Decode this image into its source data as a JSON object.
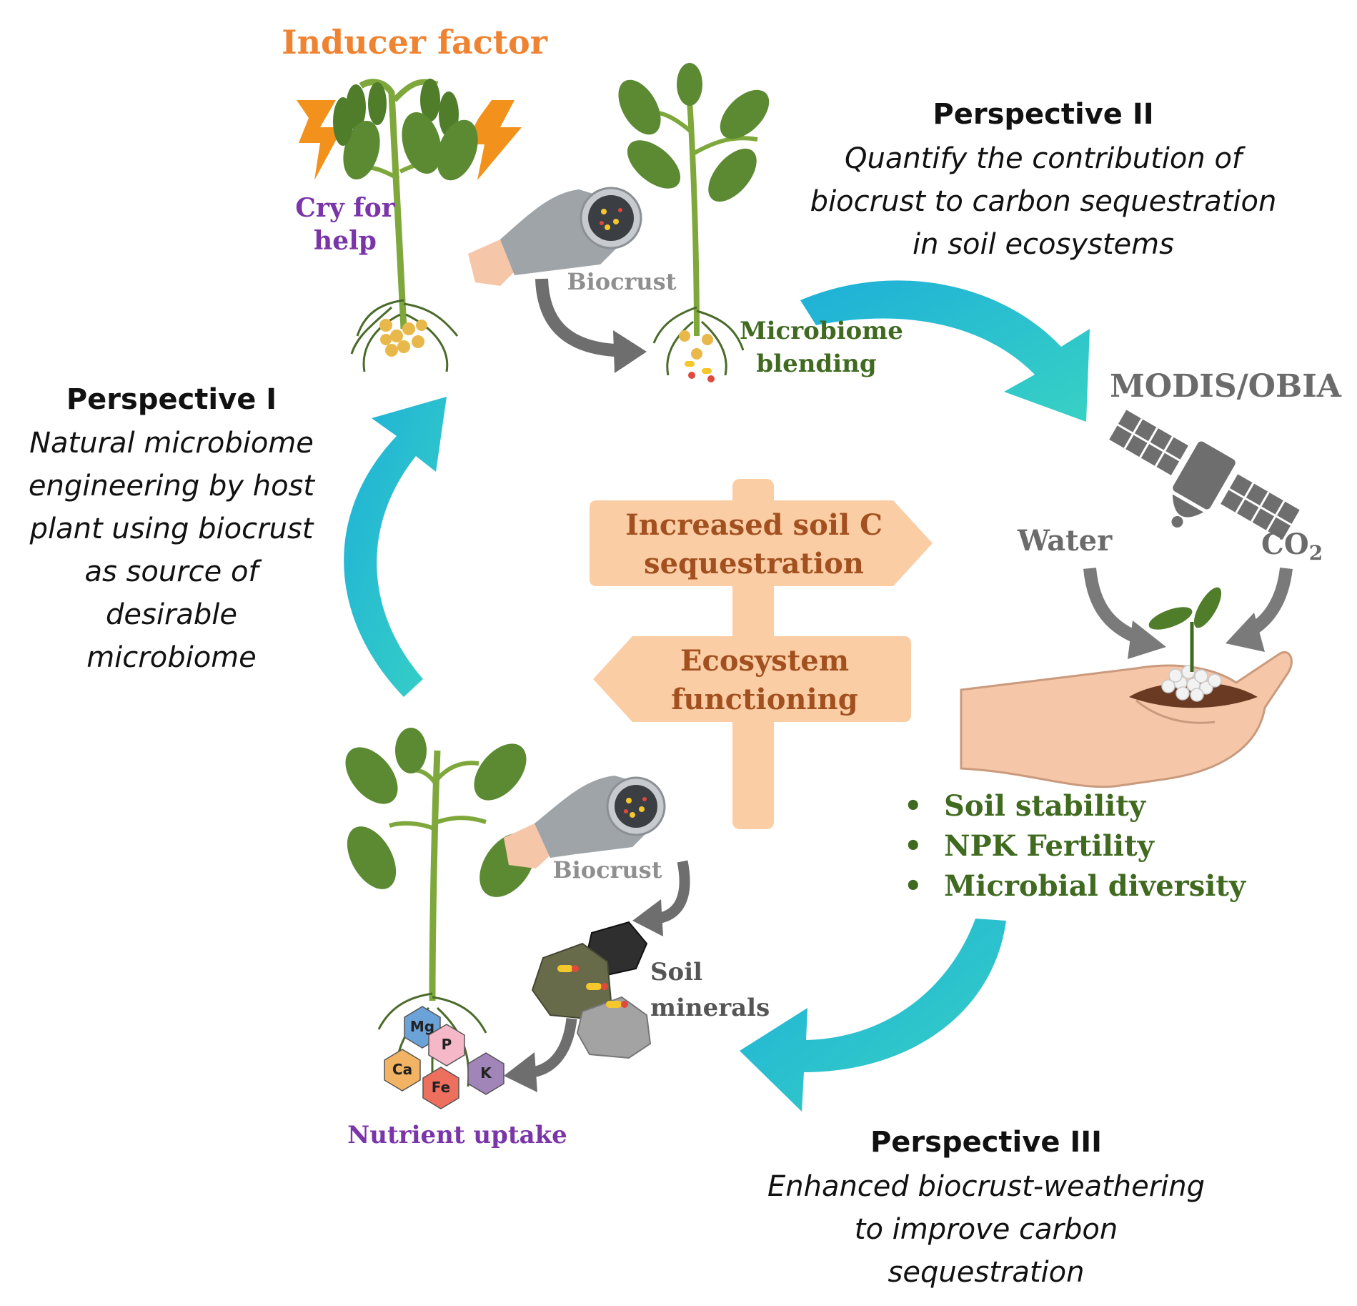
{
  "title": "Inducer factor",
  "plant_cues": {
    "cry_for_help": "Cry for help",
    "biocrust_top": "Biocrust",
    "microbiome_blending": "Microbiome blending"
  },
  "perspective_1": {
    "heading": "Perspective I",
    "text": "Natural microbiome engineering by host plant using biocrust as source of desirable microbiome"
  },
  "perspective_2": {
    "heading": "Perspective II",
    "text": "Quantify the contribution of biocrust to carbon sequestration in soil ecosystems"
  },
  "perspective_3": {
    "heading": "Perspective III",
    "text": "Enhanced biocrust-weathering to improve carbon sequestration"
  },
  "signpost": {
    "upper": "Increased soil C sequestration",
    "lower": "Ecosystem functioning"
  },
  "remote_sensing": {
    "label": "MODIS/OBIA",
    "water": "Water",
    "co2_prefix": "CO",
    "co2_sub": "2"
  },
  "benefits": [
    "Soil stability",
    "NPK Fertility",
    "Microbial diversity"
  ],
  "bottom": {
    "biocrust": "Biocrust",
    "soil_minerals": "Soil minerals",
    "nutrient_uptake": "Nutrient uptake"
  },
  "nutrients": [
    "Mg",
    "P",
    "Ca",
    "K",
    "Fe"
  ],
  "colors": {
    "orange": "#ee8332",
    "purple": "#7a35a8",
    "green": "#3f6a1f",
    "teal": "#2ec6c6",
    "sign": "#fbcda4",
    "signText": "#a2501f"
  }
}
